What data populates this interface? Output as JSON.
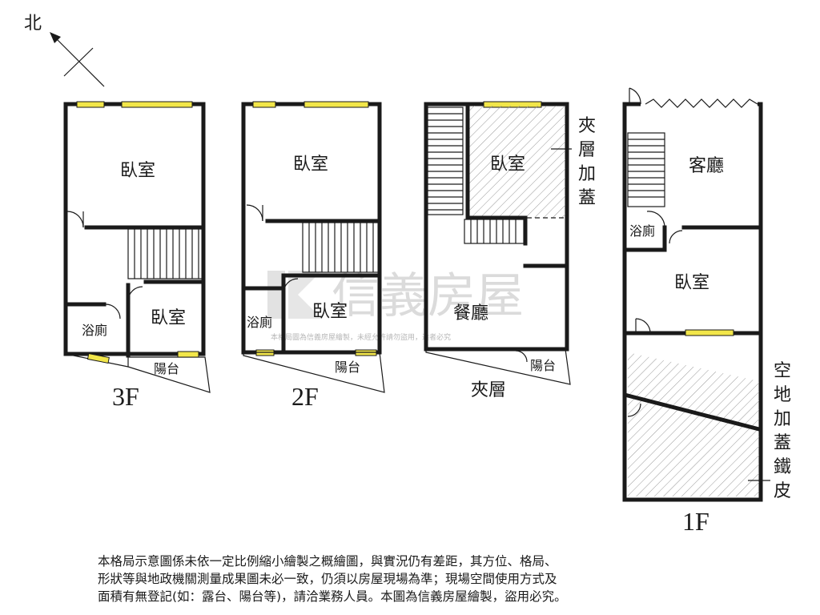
{
  "compass": {
    "label": "北"
  },
  "watermark": {
    "brand": "信義房屋",
    "notice": "本格局圖為信義房屋繪製，未經允許請勿盜用，違者必究"
  },
  "floors": {
    "f3": {
      "label": "3F",
      "bedroom_top": "臥室",
      "bathroom": "浴廁",
      "bedroom_bottom": "臥室",
      "balcony": "陽台"
    },
    "f2": {
      "label": "2F",
      "bedroom_top": "臥室",
      "bathroom": "浴廁",
      "bedroom_bottom": "臥室",
      "balcony": "陽台"
    },
    "mezzanine": {
      "label": "夾層",
      "bedroom": "臥室",
      "dining": "餐廳",
      "balcony": "陽台",
      "side_note": [
        "夾",
        "層",
        "加",
        "蓋"
      ]
    },
    "f1": {
      "label": "1F",
      "living": "客廳",
      "bathroom": "浴廁",
      "bedroom": "臥室",
      "side_note": [
        "空",
        "地",
        "加",
        "蓋",
        "鐵",
        "皮"
      ]
    }
  },
  "colors": {
    "window": "#f2e64a",
    "wall": "#1a1a1a",
    "watermark": "#cfcfcf"
  },
  "disclaimer": [
    "本格局示意圖係未依一定比例縮小繪製之概繪圖，與實況仍有差距，其方位、格局、",
    "形狀等與地政機關測量成果圖未必一致，仍須以房屋現場為準；現場空間使用方式及",
    "面積有無登記(如：露台、陽台等)，請洽業務人員。本圖為信義房屋繪製，盜用必究。"
  ]
}
